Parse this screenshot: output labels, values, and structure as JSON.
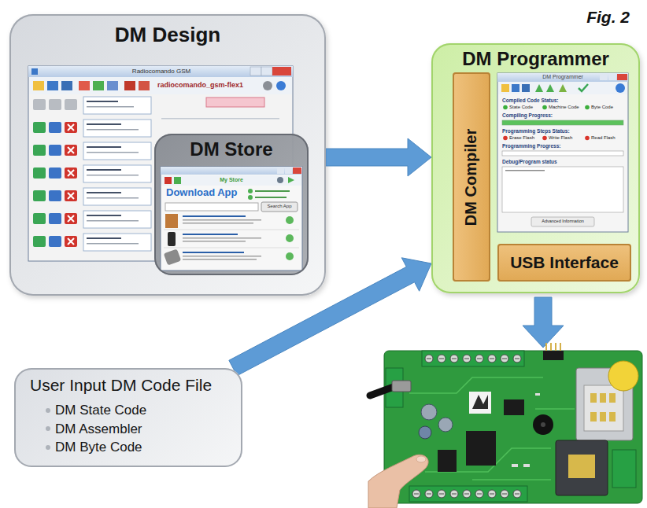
{
  "diagram": {
    "title": "Fig. 2",
    "nodes": [
      {
        "text": [
          "DM Design"
        ]
      },
      {
        "text": [
          "DM Store"
        ],
        "in": 0
      },
      {
        "text": [
          "DM Programmer"
        ]
      },
      {
        "text": [
          "DM Compiler"
        ],
        "in": 2
      },
      {
        "text": [
          "USB Interface"
        ],
        "in": 2
      },
      {
        "text": [
          "User Input DM Code File",
          "DM State Code",
          "DM Assembler",
          "DM Byte Code"
        ]
      }
    ],
    "edges": [
      {
        "from": 0,
        "to": 2,
        "arrow": "to"
      },
      {
        "from": 5,
        "to": 2,
        "arrow": "to"
      }
    ],
    "labels": [
      "Radiocomando GSM",
      "radiocomando_gsm-flex1",
      "My Store",
      "Download App",
      "Search App",
      "DM Programmer",
      "Compiled Code Status:",
      "State Code",
      "Machine Code",
      "Byte Code",
      "Compiling Progress:",
      "Programming Steps Status:",
      "Erase Flash",
      "Write Flash",
      "Read Flash",
      "Programming Progress:",
      "Debug/Program status",
      "Advanced Information"
    ]
  }
}
